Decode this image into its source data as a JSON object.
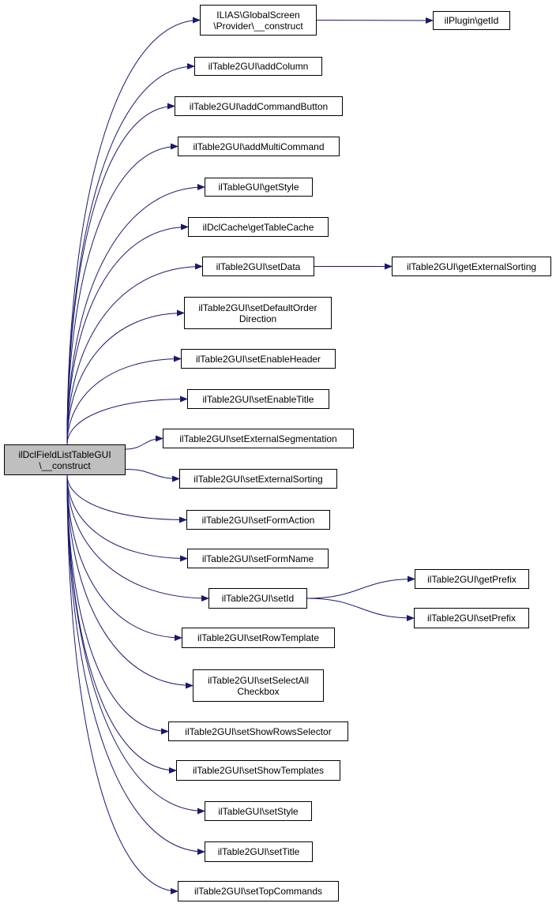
{
  "colors": {
    "edge": "#191970",
    "node_border": "#000000",
    "root_fill": "#bfbfbf",
    "node_fill": "#ffffff"
  },
  "nodes": {
    "root": {
      "lines": [
        "ilDclFieldListTableGUI",
        "\\__construct"
      ]
    },
    "gs_provider": {
      "lines": [
        "ILIAS\\GlobalScreen",
        "\\Provider\\__construct"
      ]
    },
    "plugin_getid": {
      "lines": [
        "ilPlugin\\getId"
      ]
    },
    "addcolumn": {
      "lines": [
        "ilTable2GUI\\addColumn"
      ]
    },
    "addcommandbutton": {
      "lines": [
        "ilTable2GUI\\addCommandButton"
      ]
    },
    "addmulticommand": {
      "lines": [
        "ilTable2GUI\\addMultiCommand"
      ]
    },
    "getstyle": {
      "lines": [
        "ilTableGUI\\getStyle"
      ]
    },
    "gettablecache": {
      "lines": [
        "ilDclCache\\getTableCache"
      ]
    },
    "setdata": {
      "lines": [
        "ilTable2GUI\\setData"
      ]
    },
    "getexternalsorting": {
      "lines": [
        "ilTable2GUI\\getExternalSorting"
      ]
    },
    "setdefaultorder": {
      "lines": [
        "ilTable2GUI\\setDefaultOrder",
        "Direction"
      ]
    },
    "setenableheader": {
      "lines": [
        "ilTable2GUI\\setEnableHeader"
      ]
    },
    "setenabletitle": {
      "lines": [
        "ilTable2GUI\\setEnableTitle"
      ]
    },
    "setexternalsegmentation": {
      "lines": [
        "ilTable2GUI\\setExternalSegmentation"
      ]
    },
    "setexternalsorting": {
      "lines": [
        "ilTable2GUI\\setExternalSorting"
      ]
    },
    "setformaction": {
      "lines": [
        "ilTable2GUI\\setFormAction"
      ]
    },
    "setformname": {
      "lines": [
        "ilTable2GUI\\setFormName"
      ]
    },
    "setid": {
      "lines": [
        "ilTable2GUI\\setId"
      ]
    },
    "getprefix": {
      "lines": [
        "ilTable2GUI\\getPrefix"
      ]
    },
    "setprefix": {
      "lines": [
        "ilTable2GUI\\setPrefix"
      ]
    },
    "setrowtemplate": {
      "lines": [
        "ilTable2GUI\\setRowTemplate"
      ]
    },
    "setselectall": {
      "lines": [
        "ilTable2GUI\\setSelectAll",
        "Checkbox"
      ]
    },
    "setshowrowsselector": {
      "lines": [
        "ilTable2GUI\\setShowRowsSelector"
      ]
    },
    "setshowtemplates": {
      "lines": [
        "ilTable2GUI\\setShowTemplates"
      ]
    },
    "setstyle": {
      "lines": [
        "ilTableGUI\\setStyle"
      ]
    },
    "settitle": {
      "lines": [
        "ilTable2GUI\\setTitle"
      ]
    },
    "settopcommands": {
      "lines": [
        "ilTable2GUI\\setTopCommands"
      ]
    }
  },
  "edges": [
    [
      "root",
      "gs_provider"
    ],
    [
      "gs_provider",
      "plugin_getid"
    ],
    [
      "root",
      "addcolumn"
    ],
    [
      "root",
      "addcommandbutton"
    ],
    [
      "root",
      "addmulticommand"
    ],
    [
      "root",
      "getstyle"
    ],
    [
      "root",
      "gettablecache"
    ],
    [
      "root",
      "setdata"
    ],
    [
      "setdata",
      "getexternalsorting"
    ],
    [
      "root",
      "setdefaultorder"
    ],
    [
      "root",
      "setenableheader"
    ],
    [
      "root",
      "setenabletitle"
    ],
    [
      "root",
      "setexternalsegmentation"
    ],
    [
      "root",
      "setexternalsorting"
    ],
    [
      "root",
      "setformaction"
    ],
    [
      "root",
      "setformname"
    ],
    [
      "root",
      "setid"
    ],
    [
      "setid",
      "getprefix"
    ],
    [
      "setid",
      "setprefix"
    ],
    [
      "root",
      "setrowtemplate"
    ],
    [
      "root",
      "setselectall"
    ],
    [
      "root",
      "setshowrowsselector"
    ],
    [
      "root",
      "setshowtemplates"
    ],
    [
      "root",
      "setstyle"
    ],
    [
      "root",
      "settitle"
    ],
    [
      "root",
      "settopcommands"
    ]
  ]
}
